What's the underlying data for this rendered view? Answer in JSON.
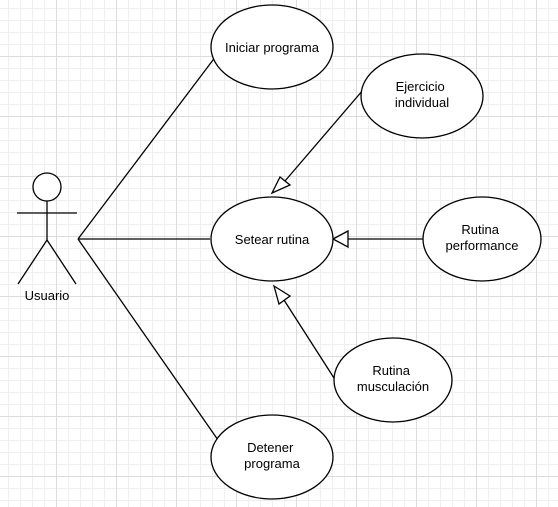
{
  "actor": {
    "name": "Usuario"
  },
  "use_cases": {
    "iniciar": [
      "Iniciar programa"
    ],
    "ejercicio": [
      "Ejercicio",
      "individual"
    ],
    "setear": [
      "Setear rutina"
    ],
    "performance": [
      "Rutina",
      "performance"
    ],
    "musculacion": [
      "Rutina",
      "musculación"
    ],
    "detener": [
      "Detener",
      "programa"
    ]
  }
}
